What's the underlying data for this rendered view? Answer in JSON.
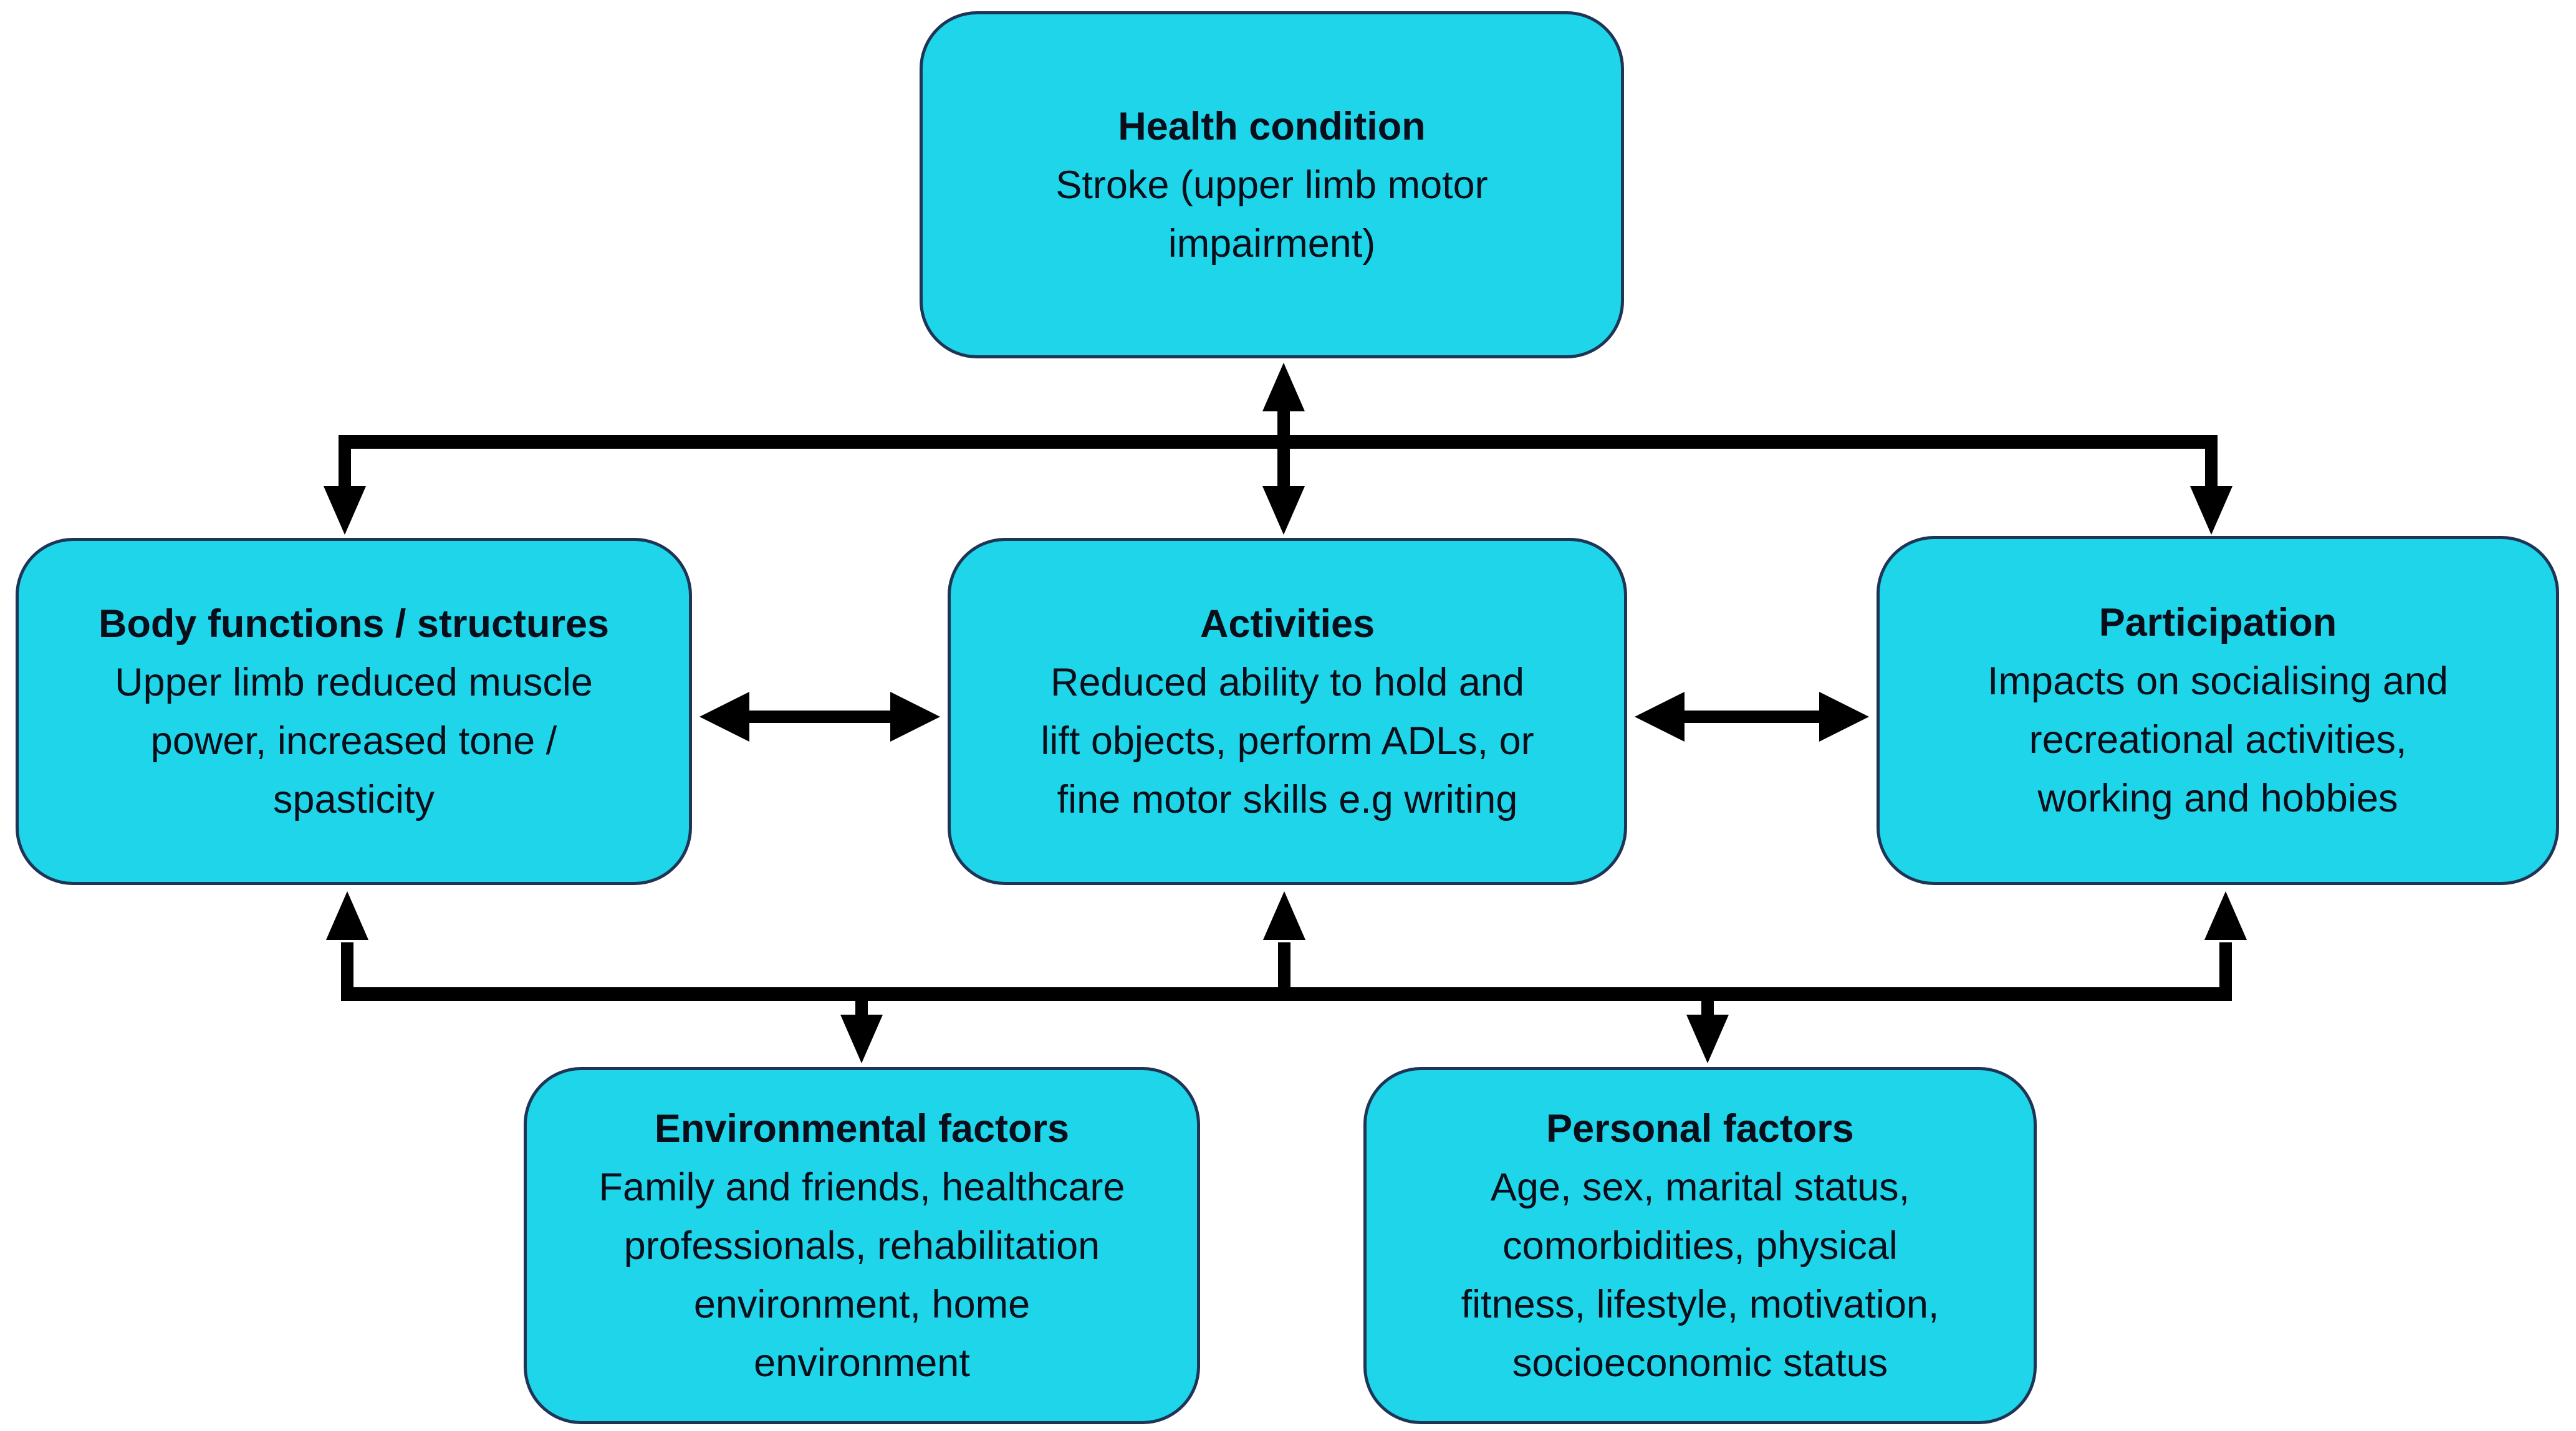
{
  "colors": {
    "box_fill": "#1ed5e9",
    "box_border": "#1e3556",
    "arrow": "#000000",
    "text": "#0a0e1a",
    "background": "#ffffff"
  },
  "nodes": {
    "health_condition": {
      "title": "Health condition",
      "body": "Stroke (upper limb motor\nimpairment)"
    },
    "body_functions": {
      "title": "Body functions / structures",
      "body": "Upper limb reduced muscle\npower, increased tone /\nspasticity"
    },
    "activities": {
      "title": "Activities",
      "body": "Reduced ability to hold and\nlift objects, perform ADLs, or\nfine motor skills e.g writing"
    },
    "participation": {
      "title": "Participation",
      "body": "Impacts on socialising and\nrecreational activities,\nworking and hobbies"
    },
    "environmental_factors": {
      "title": "Environmental factors",
      "body": "Family and friends, healthcare\nprofessionals, rehabilitation\nenvironment, home\nenvironment"
    },
    "personal_factors": {
      "title": "Personal factors",
      "body": "Age, sex, marital status,\ncomorbidities, physical\nfitness, lifestyle, motivation,\nsocioeconomic status"
    }
  }
}
